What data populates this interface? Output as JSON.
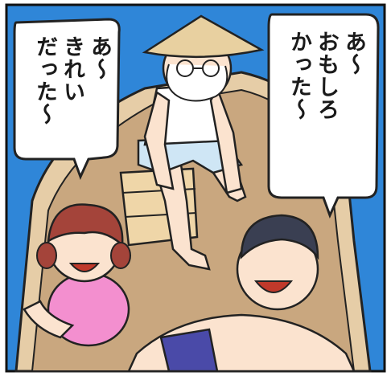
{
  "panel": {
    "colors": {
      "sea": "#2f86d8",
      "boat_deck": "#c9a77f",
      "boat_rim": "#e6cda7",
      "skin": "#fbe3cf",
      "hat": "#e8d0a0",
      "girl_dress": "#f38fcf",
      "boy_hair": "#3a3f52",
      "girl_hair": "#a4443a",
      "shorts": "#4a4aa8",
      "old_shorts": "#cfe6f5"
    },
    "speech_left": {
      "lines": [
        "あ～",
        "きれい",
        "だった～"
      ]
    },
    "speech_right": {
      "lines": [
        "あ～",
        "おもしろ",
        "かった～"
      ]
    }
  }
}
